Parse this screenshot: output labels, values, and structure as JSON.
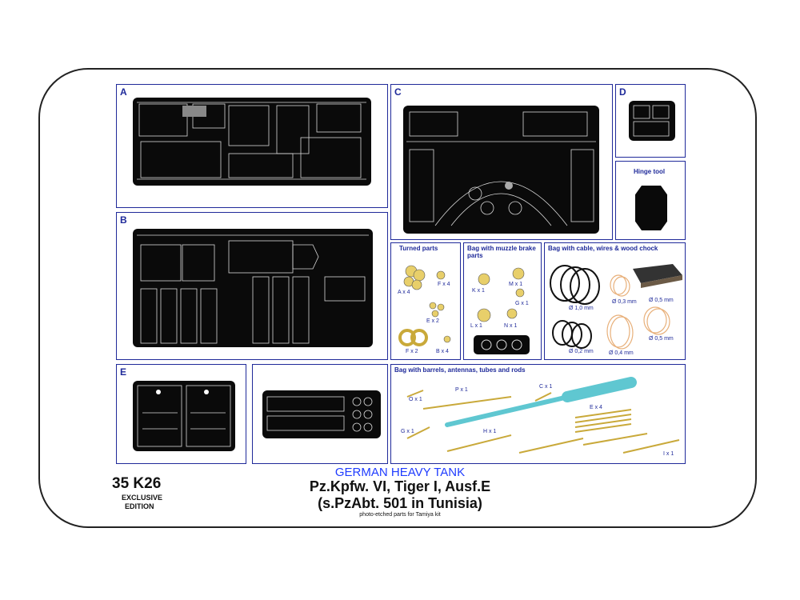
{
  "panels": {
    "a": {
      "label": "A"
    },
    "b": {
      "label": "B"
    },
    "c": {
      "label": "C"
    },
    "d": {
      "label": "D"
    },
    "e": {
      "label": "E"
    },
    "hinge": {
      "title": "Hinge tool"
    },
    "turned": {
      "title": "Turned parts",
      "parts": [
        "A x 4",
        "F x 4",
        "E x 2",
        "F x 2",
        "B x 4"
      ]
    },
    "muzzle": {
      "title": "Bag with muzzle brake parts",
      "parts": [
        "K x 1",
        "M x 1",
        "G x 1",
        "L x 1",
        "N x 1"
      ]
    },
    "cable": {
      "title": "Bag with cable, wires & wood chock",
      "parts": [
        "Ø 1,0 mm",
        "Ø 0,3 mm",
        "Ø 0,2 mm",
        "Ø 0,4 mm",
        "Ø 0,5 mm",
        "Ø 0,5 mm"
      ]
    },
    "barrels": {
      "title": "Bag with barrels, antennas, tubes and rods",
      "parts": [
        "O x 1",
        "P x 1",
        "G x 1",
        "H x 1",
        "C x 1",
        "E x 4",
        "I x 1"
      ]
    }
  },
  "footer": {
    "code": "35 K26",
    "edition_line1": "EXCLUSIVE",
    "edition_line2": "EDITION",
    "subtitle_top": "GERMAN HEAVY TANK",
    "title_line1": "Pz.Kpfw. VI, Tiger I, Ausf.E",
    "title_line2": "(s.PzAbt. 501 in Tunisia)",
    "fineprint": "photo-etched parts for Tamiya kit"
  },
  "colors": {
    "frame": "#222222",
    "panel_border": "#1f2a9a",
    "brass": "#e8cf6a",
    "copper": "#e8b07a",
    "barrel": "#5fc7d1"
  }
}
